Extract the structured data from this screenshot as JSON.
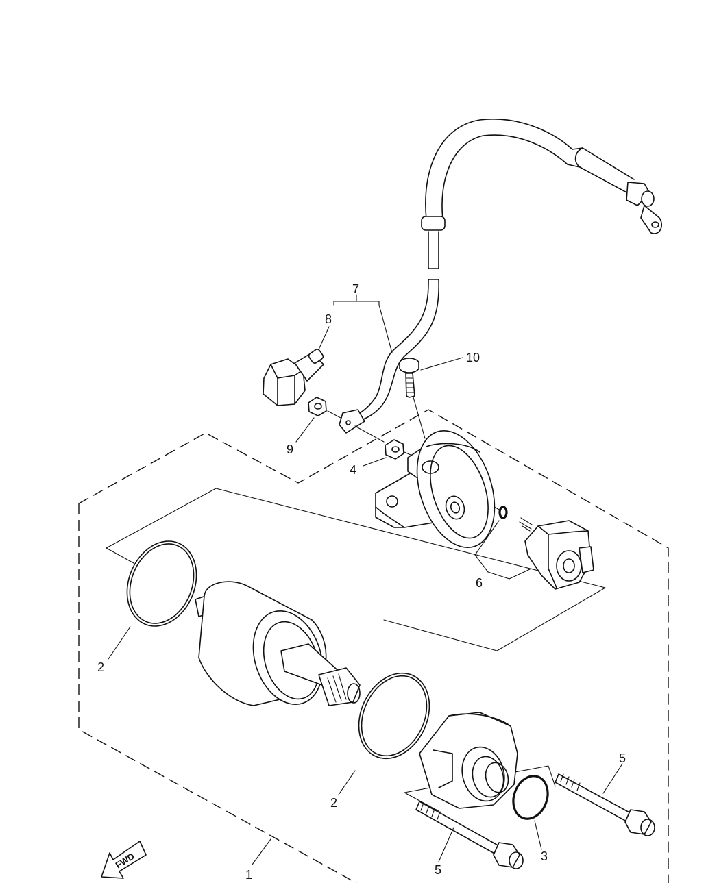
{
  "callouts": [
    {
      "id": "1",
      "label": "1"
    },
    {
      "id": "2a",
      "label": "2"
    },
    {
      "id": "2b",
      "label": "2"
    },
    {
      "id": "3",
      "label": "3"
    },
    {
      "id": "4",
      "label": "4"
    },
    {
      "id": "5a",
      "label": "5"
    },
    {
      "id": "5b",
      "label": "5"
    },
    {
      "id": "6",
      "label": "6"
    },
    {
      "id": "7",
      "label": "7"
    },
    {
      "id": "8",
      "label": "8"
    },
    {
      "id": "9",
      "label": "9"
    },
    {
      "id": "10",
      "label": "10"
    }
  ],
  "fwd_badge": {
    "label": "FWD",
    "icon": "forward-arrow-icon"
  }
}
